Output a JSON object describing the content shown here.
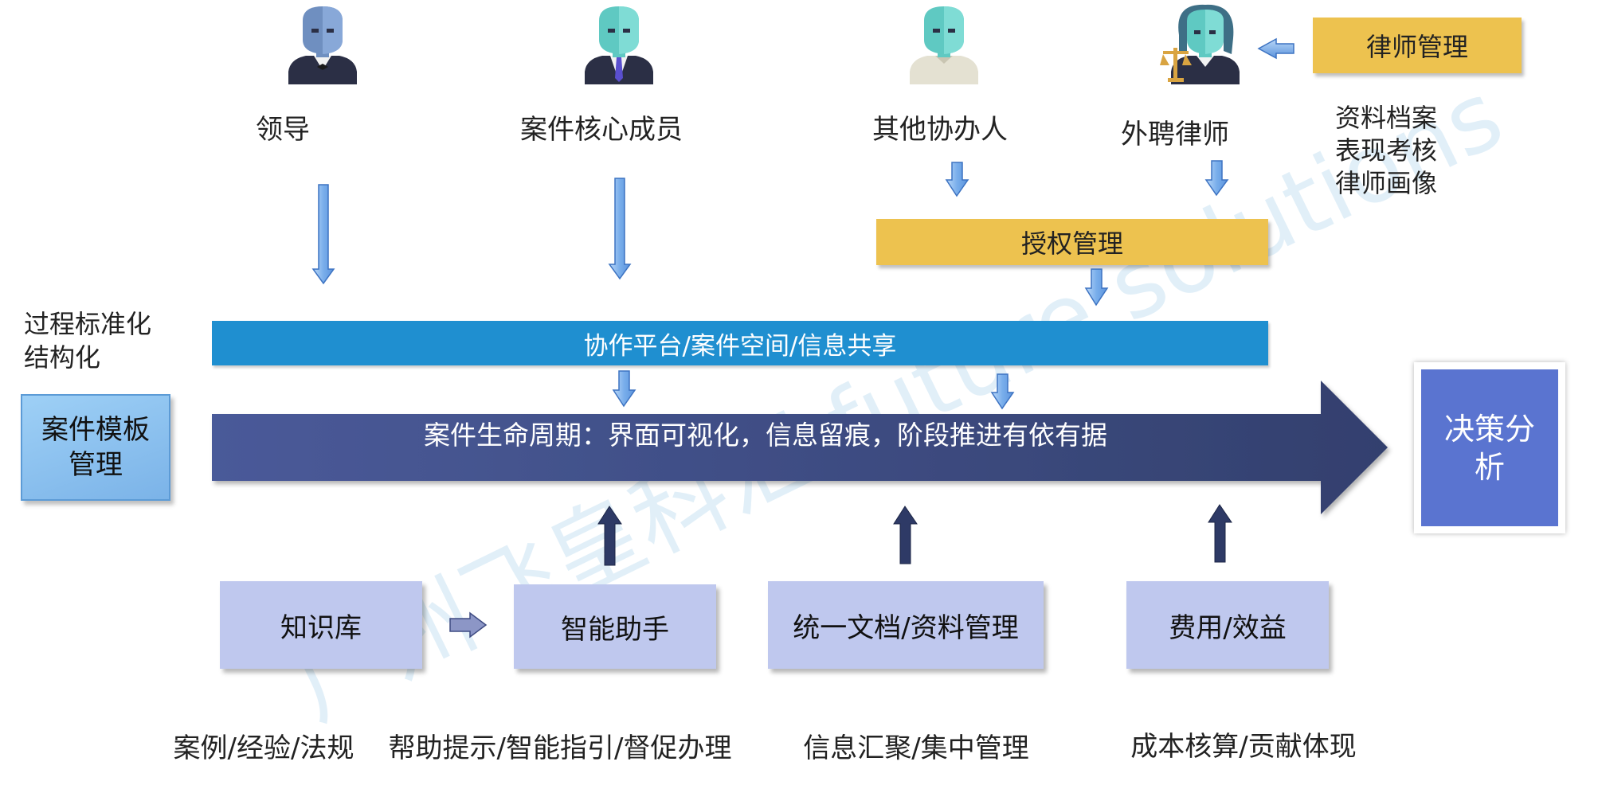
{
  "roles": [
    {
      "label": "领导",
      "icon": "leader-person-icon"
    },
    {
      "label": "案件核心成员",
      "icon": "core-member-person-icon"
    },
    {
      "label": "其他协办人",
      "icon": "assistant-person-icon"
    },
    {
      "label": "外聘律师",
      "icon": "lawyer-person-icon"
    }
  ],
  "lawyer_management": {
    "title": "律师管理",
    "items": [
      "资料档案",
      "表现考核",
      "律师画像"
    ]
  },
  "authorization": "授权管理",
  "left_note": [
    "过程标准化",
    "结构化"
  ],
  "template_box": [
    "案件模板",
    "管理"
  ],
  "platform_bar": "协作平台/案件空间/信息共享",
  "lifecycle": "案件生命周期：界面可视化，信息留痕，阶段推进有依有据",
  "decision_box": [
    "决策分",
    "析"
  ],
  "modules": [
    {
      "title": "知识库",
      "caption": "案例/经验/法规"
    },
    {
      "title": "智能助手",
      "caption": "帮助提示/智能指引/督促办理"
    },
    {
      "title": "统一文档/资料管理",
      "caption": "信息汇聚/集中管理"
    },
    {
      "title": "费用/效益",
      "caption": "成本核算/贡献体现"
    }
  ],
  "watermark": "广州飞皇科汇 future solutions",
  "colors": {
    "gold": "#EDC24F",
    "platform_blue": "#1F8FD0",
    "lifecycle_navy": "#3E4B82",
    "decision_blue": "#5A74D0",
    "template_blue": "#8EC3F1",
    "module_lavender": "#BFC8EE",
    "arrow_light_blue": "#8DBDF0",
    "arrow_dark_navy": "#2E3A66",
    "watermark": "#C9E2F3"
  }
}
